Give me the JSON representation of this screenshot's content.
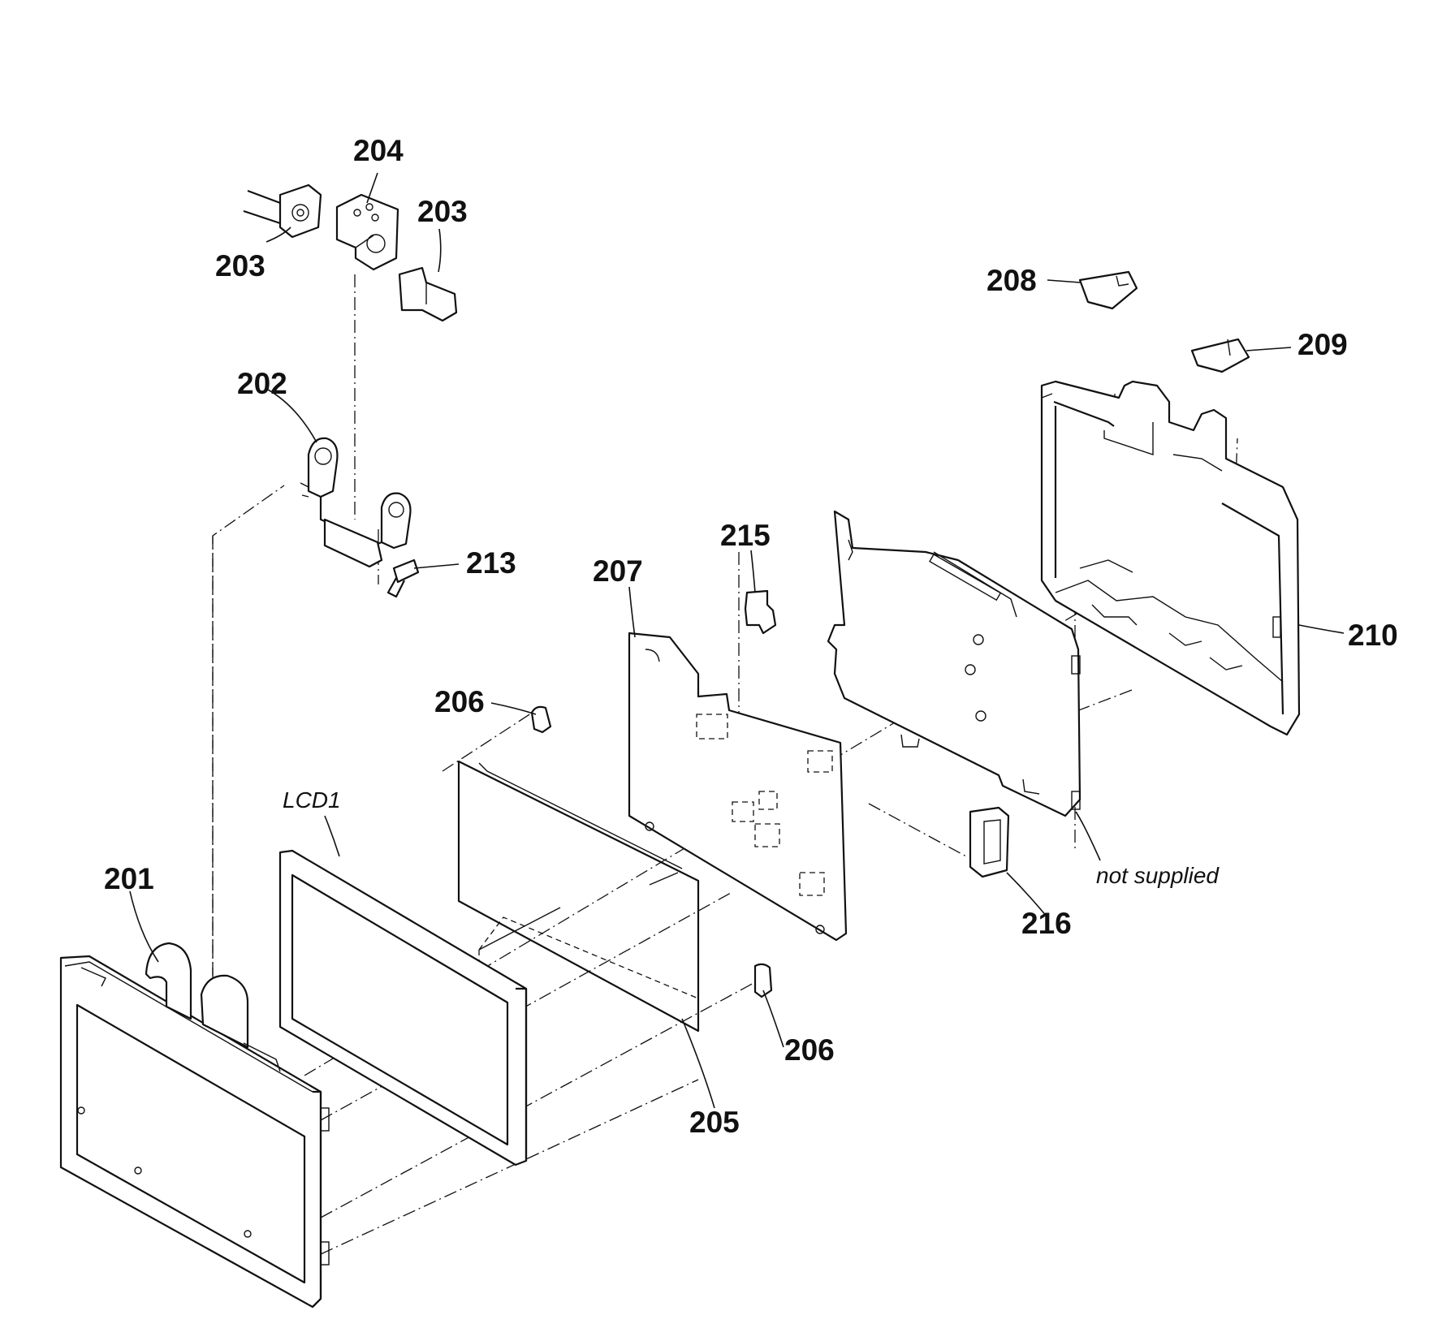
{
  "diagram": {
    "callouts": {
      "p201": "201",
      "p202": "202",
      "p203a": "203",
      "p203b": "203",
      "p204": "204",
      "p205": "205",
      "p206a": "206",
      "p206b": "206",
      "p207": "207",
      "p208": "208",
      "p209": "209",
      "p210": "210",
      "p213": "213",
      "p215": "215",
      "p216": "216"
    },
    "lcd_label": "LCD1",
    "note": "not supplied"
  }
}
